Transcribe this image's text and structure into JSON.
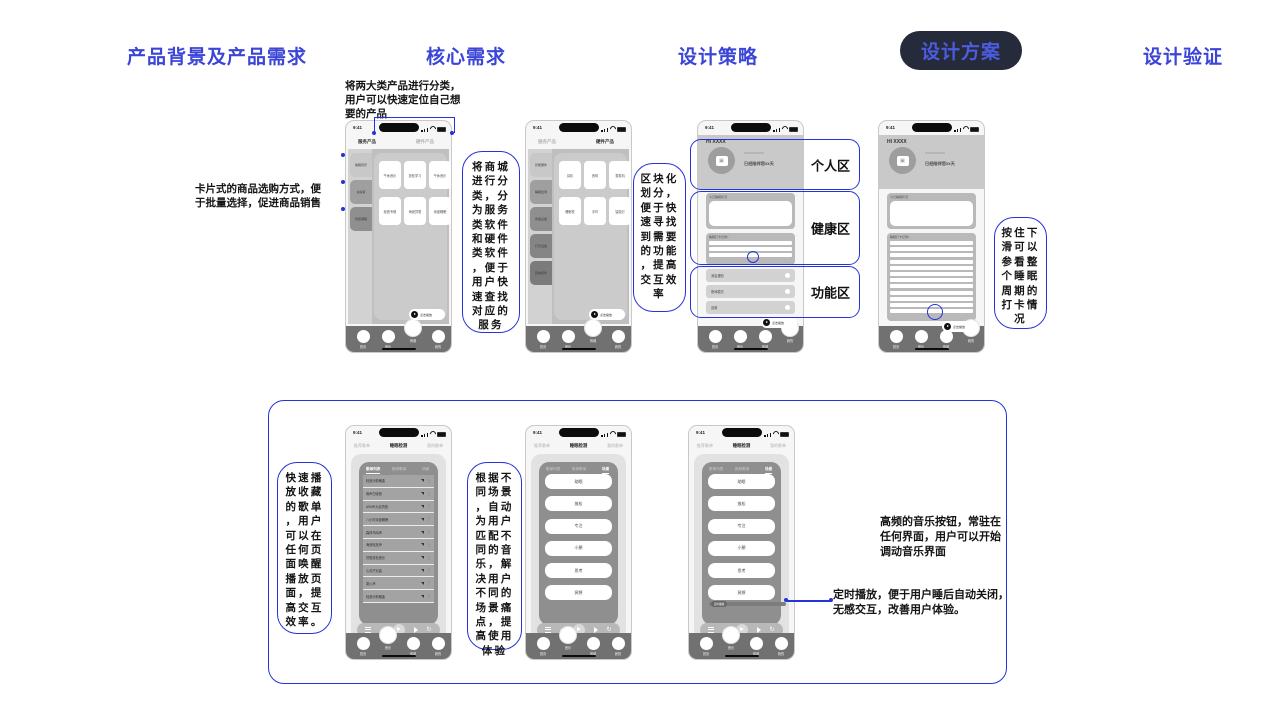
{
  "colors": {
    "accent_blue": "#3b45d6",
    "annotation_blue": "#2533d9",
    "active_pill_bg": "#262b3b",
    "active_pill_text": "#4c5ce0"
  },
  "nav": {
    "items": [
      {
        "label": "产品背景及产品需求",
        "active": false
      },
      {
        "label": "核心需求",
        "active": false
      },
      {
        "label": "设计策略",
        "active": false
      },
      {
        "label": "设计方案",
        "active": true
      },
      {
        "label": "设计验证",
        "active": false
      }
    ]
  },
  "ann": {
    "top_note": "将两大类产品进行分类，用户可以快速定位自己想要的产品",
    "left_note": "卡片式的商品选购方式，便于批量选择，促进商品销售",
    "box_mall": "将商城进行分类，分为服务类软件和硬件类软件，便于用户快速查找对应的服务",
    "box_blocks": "区块化划分，便于快速寻找到需要的功能，提高交互效率",
    "box_swipe": "按住下滑可以参看整个睡眠周期的打卡情况",
    "box_playlist": "快速播放收藏的歌单，用户可以在任何页面唤醒播放页面，提高交互效率。",
    "box_scene": "根据不同场景，自动为用户匹配不同的音乐，解决用户不同的场景痛点，提高使用体验",
    "note_music": "高频的音乐按钮，常驻在任何界面，用户可以开始调动音乐界面",
    "note_timer": "定时播放，便于用户睡后自动关闭，无感交互，改善用户体验。",
    "zones": [
      "个人区",
      "健康区",
      "功能区"
    ]
  },
  "common": {
    "time": "9:41",
    "nav_tabs": [
      "首页",
      "音乐",
      "商城",
      "我的"
    ],
    "play_pill": "点击播放"
  },
  "mall": {
    "tab_service": "服务产品",
    "tab_hardware": "硬件产品",
    "p1_sidebar": [
      "助眠音乐",
      "白噪音",
      "冥想课程"
    ],
    "p1_cards": [
      "午休音乐",
      "放松学习",
      "午休音乐",
      "轻音专辑",
      "海浪冥想",
      "深度睡眠"
    ],
    "p2_sidebar": [
      "智能硬件",
      "睡眠监测",
      "香薰设备",
      "灯光设备",
      "其他配件"
    ],
    "p2_cards": [
      "耳机",
      "音响",
      "香薰机",
      "睡眠枕",
      "手环",
      "智能灯"
    ]
  },
  "profile": {
    "greeting": "HI XXXX",
    "sub1": "XXXXXXXXXX",
    "sub2": "已经陪伴您xx天",
    "s1_label": "今日睡眠状况",
    "s2_label": "睡眠打卡记录+",
    "rows": [
      "消息通知",
      "夜间模式",
      "设置"
    ]
  },
  "music": {
    "h_left": "推荐歌单",
    "h_center": "睡眠检测",
    "h_right": "我的歌单",
    "tabs": [
      "歌单列表",
      "推荐歌单",
      "场景"
    ],
    "songs": [
      "轻音乐助眠曲",
      "雨声白噪音",
      "ASMR大自然音",
      "八小时深度睡眠",
      "森林鸟鸣声",
      "海浪轻抚声",
      "冥想放松音乐",
      "心灵疗愈曲",
      "篝火声",
      "轻音乐助眠曲"
    ],
    "scenes": [
      "助眠",
      "放松",
      "专注",
      "小憩",
      "思考",
      "冥想"
    ],
    "timer_chip": "定时播放"
  }
}
